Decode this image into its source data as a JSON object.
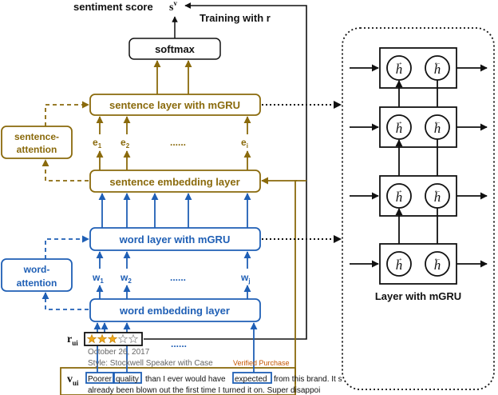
{
  "top": {
    "output_label": "sentiment score",
    "output_symbol": "s",
    "output_superscript": "v",
    "training_label": "Training with r",
    "softmax_label": "softmax"
  },
  "sentence": {
    "layer_label": "sentence layer with mGRU",
    "embedding_label": "sentence embedding layer",
    "attention_line1": "sentence-",
    "attention_line2": "attention",
    "vectors": [
      {
        "base": "e",
        "sub": "1"
      },
      {
        "base": "e",
        "sub": "2"
      },
      {
        "base": "e",
        "sub": "i"
      }
    ],
    "dots": "......"
  },
  "word": {
    "layer_label": "word layer with mGRU",
    "embedding_label": "word embedding layer",
    "attention_line1": "word-",
    "attention_line2": "attention",
    "vectors": [
      {
        "base": "w",
        "sub": "1"
      },
      {
        "base": "w",
        "sub": "2"
      },
      {
        "base": "w",
        "sub": "j"
      }
    ],
    "dots": "......"
  },
  "review": {
    "rating_label": "r",
    "rating_sub": "ui",
    "stars_filled": 3,
    "stars_total": 5,
    "date": "October 26, 2017",
    "style": "Style: Stockwell Speaker with Case",
    "verified": "Verified Purchase",
    "text_label": "v",
    "text_sub": "ui",
    "words": [
      "Poorer",
      "quality",
      "than I ever would have",
      "expected",
      "from this brand. It s"
    ],
    "line2": "already been blown out the first time I turned it on. Super disappoi",
    "dots": "......"
  },
  "mgru_panel": {
    "caption": "Layer with mGRU",
    "forward_symbol": "h",
    "backward_symbol": "h",
    "rows": 4
  },
  "colors": {
    "gold": "#8a6a0c",
    "blue": "#1f5fb5",
    "black": "#111111"
  }
}
